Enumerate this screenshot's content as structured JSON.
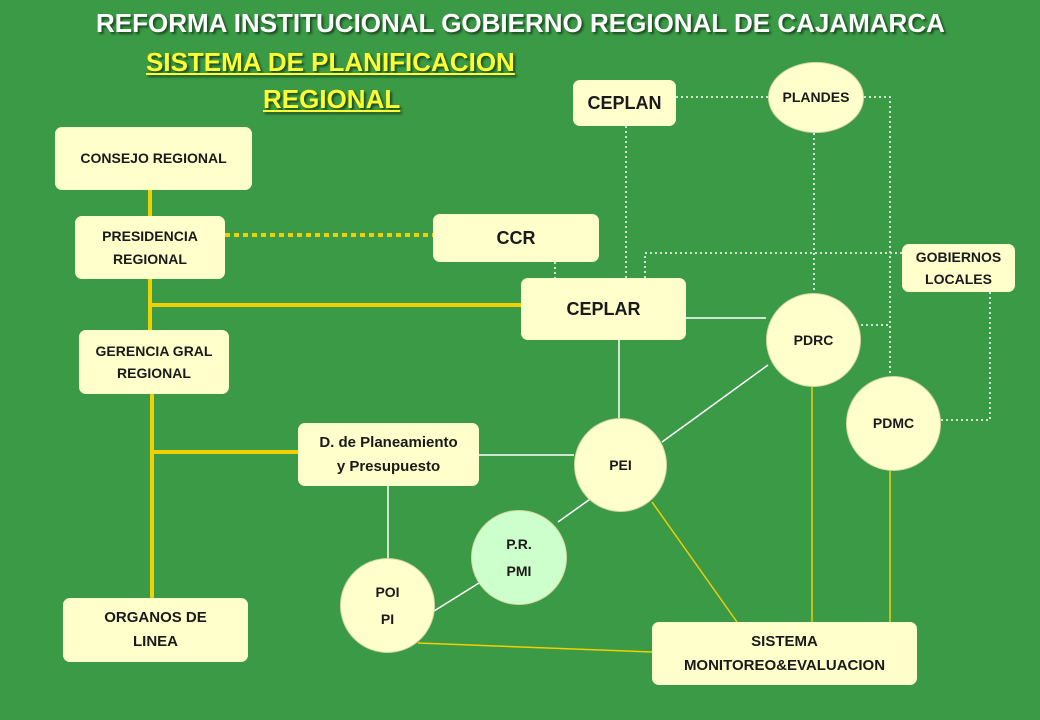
{
  "title": "REFORMA INSTITUCIONAL GOBIERNO REGIONAL DE CAJAMARCA",
  "subtitle_line1": "SISTEMA DE PLANIFICACION",
  "subtitle_line2": "REGIONAL",
  "nodes": {
    "consejo_regional": "CONSEJO REGIONAL",
    "presidencia_regional": "PRESIDENCIA\nREGIONAL",
    "gerencia_gral_regional": "GERENCIA GRAL\nREGIONAL",
    "organos_de_linea": "ORGANOS DE\nLINEA",
    "ccr": "CCR",
    "ceplan": "CEPLAN",
    "ceplar": "CEPLAR",
    "plandes": "PLANDES",
    "gobiernos_locales": "GOBIERNOS\nLOCALES",
    "pdrc": "PDRC",
    "pdmc": "PDMC",
    "d_planeamiento": "D. de Planeamiento\ny Presupuesto",
    "pei": "PEI",
    "pr_pmi": "P.R.\nPMI",
    "poi_pi": "POI\nPI",
    "sistema_monitoreo": "SISTEMA\nMONITOREO&EVALUACION"
  },
  "colors": {
    "background": "#3a9a45",
    "node_fill": "#ffffcc",
    "node_fill_green": "#ccffcc",
    "title": "#ffffff",
    "subtitle": "#ffff33",
    "connector_yellow": "#f0d000",
    "connector_white": "#ffffff"
  }
}
